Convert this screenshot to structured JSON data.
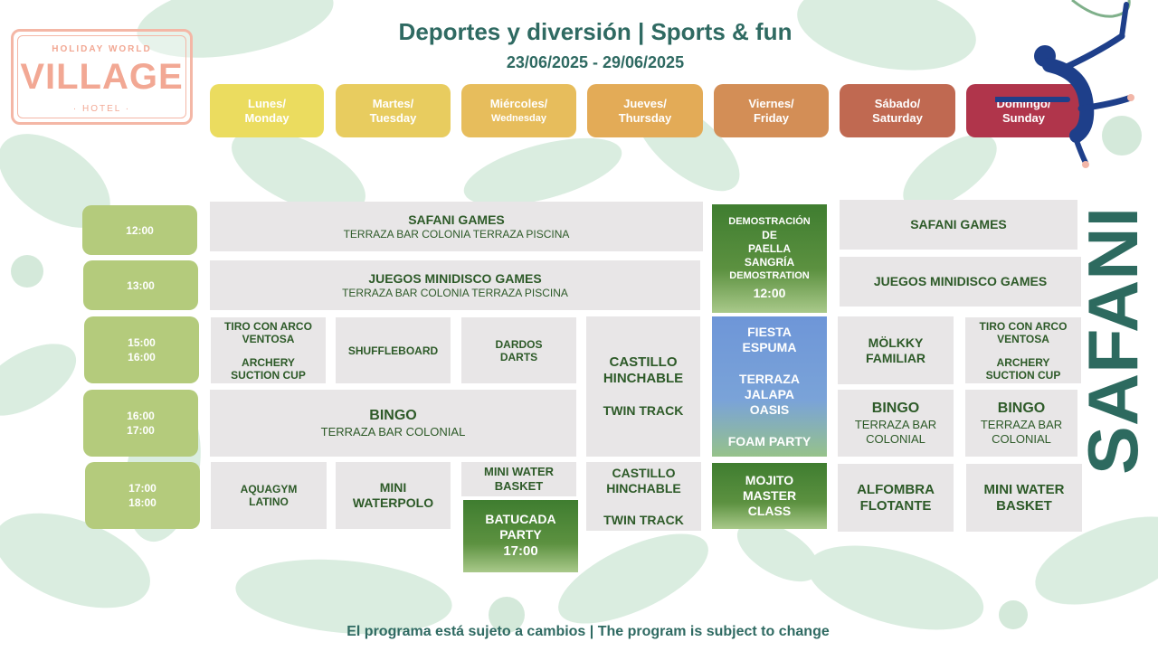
{
  "logo": {
    "top_text": "HOLIDAY  WORLD",
    "main_text": "VILLAGE",
    "bottom_text": "· HOTEL ·"
  },
  "header": {
    "title": "Deportes y diversión | Sports & fun",
    "dates": "23/06/2025 - 29/06/2025"
  },
  "days": [
    {
      "es": "Lunes/",
      "en": "Monday",
      "color": "#ebdc5f"
    },
    {
      "es": "Martes/",
      "en": "Tuesday",
      "color": "#e8cc5f"
    },
    {
      "es": "Miércoles/",
      "en": "Wednesday",
      "color": "#e7bd5c"
    },
    {
      "es": "Jueves/",
      "en": "Thursday",
      "color": "#e3ab57"
    },
    {
      "es": "Viernes/",
      "en": "Friday",
      "color": "#d38e56"
    },
    {
      "es": "Sábado/",
      "en": "Saturday",
      "color": "#c06951"
    },
    {
      "es": "Domingo/",
      "en": "Sunday",
      "color": "#b0354b"
    }
  ],
  "times": [
    "12:00",
    "13:00",
    "15:00",
    "16:00",
    "16:00",
    "17:00",
    "17:00",
    "18:00"
  ],
  "events": {
    "safani_games": {
      "title": "SAFANI  GAMES",
      "location": "TERRAZA BAR COLONIA  TERRAZA PISCINA"
    },
    "juegos": {
      "title": "JUEGOS MINIDISCO GAMES",
      "location": "TERRAZA BAR COLONIA  TERRAZA PISCINA"
    },
    "paella": {
      "line1": "DEMOSTRACIÓN",
      "line2": "DE",
      "line3": "PAELLA",
      "line4": "SANGRÍA",
      "line5": "DEMOSTRATION",
      "time": "12:00"
    },
    "sat_safani": "SAFANI  GAMES",
    "sat_juegos": "JUEGOS MINIDISCO GAMES",
    "tiro_mon": {
      "l1": "TIRO CON ARCO",
      "l2": "VENTOSA",
      "l3": "ARCHERY",
      "l4": "SUCTION  CUP"
    },
    "shuffleboard": "SHUFFLEBOARD",
    "dardos": {
      "l1": "DARDOS",
      "l2": "DARTS"
    },
    "castillo_thu": {
      "l1": "CASTILLO",
      "l2": "HINCHABLE",
      "l3": "TWIN TRACK"
    },
    "fiesta": {
      "l1": "FIESTA",
      "l2": "ESPUMA",
      "l3": "TERRAZA",
      "l4": "JALAPA",
      "l5": "OASIS",
      "l6": "FOAM PARTY"
    },
    "molkky": {
      "l1": "MÖLKKY",
      "l2": "FAMILIAR"
    },
    "tiro_sun": {
      "l1": "TIRO CON ARCO",
      "l2": "VENTOSA",
      "l3": "ARCHERY",
      "l4": "SUCTION  CUP"
    },
    "bingo": {
      "title": "BINGO",
      "location": "TERRAZA  BAR COLONIAL"
    },
    "bingo_sat": {
      "title": "BINGO",
      "l1": "TERRAZA  BAR",
      "l2": "COLONIAL"
    },
    "bingo_sun": {
      "title": "BINGO",
      "l1": "TERRAZA  BAR",
      "l2": "COLONIAL"
    },
    "aquagym": {
      "l1": "AQUAGYM",
      "l2": "LATINO"
    },
    "waterpolo": {
      "l1": "MINI",
      "l2": "WATERPOLO"
    },
    "water_basket_wed": {
      "l1": "MINI WATER",
      "l2": "BASKET"
    },
    "batucada": {
      "l1": "BATUCADA",
      "l2": "PARTY",
      "time": "17:00"
    },
    "castillo_thu2": {
      "l1": "CASTILLO",
      "l2": "HINCHABLE",
      "l3": "TWIN TRACK"
    },
    "mojito": {
      "l1": "MOJITO",
      "l2": "MASTER",
      "l3": "CLASS"
    },
    "alfombra": {
      "l1": "ALFOMBRA",
      "l2": "FLOTANTE"
    },
    "water_basket_sun": {
      "l1": "MINI WATER",
      "l2": "BASKET"
    }
  },
  "side_brand": "SAFANI",
  "footer": "El programa está sujeto a cambios  |  The program is subject to change",
  "colors": {
    "title": "#2f6a62",
    "time_pill": "#b4cb7c",
    "cell": "#e8e6e7",
    "cell_text": "#2d5a28",
    "leaf": "#cfe6d6"
  }
}
